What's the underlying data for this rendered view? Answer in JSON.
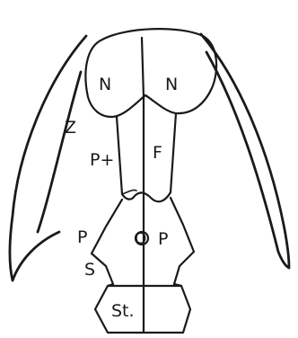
{
  "labels": {
    "n_left": "N",
    "n_right": "N",
    "z": "Z",
    "p_plus": "P+",
    "f": "F",
    "p_left": "P",
    "o": "O",
    "p_right": "P",
    "s": "S",
    "st": "St."
  }
}
